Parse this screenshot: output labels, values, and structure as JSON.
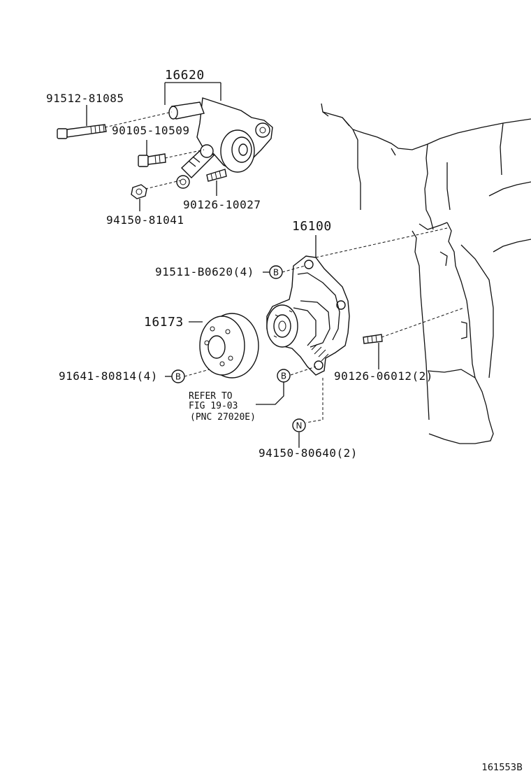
{
  "diagram": {
    "callouts": {
      "p16620": "16620",
      "p91512": "91512-81085",
      "p90105": "90105-10509",
      "p90126a": "90126-10027",
      "p94150a": "94150-81041",
      "p16100": "16100",
      "p91511": "91511-B0620(4)",
      "p16173": "16173",
      "p91641": "91641-80814(4)",
      "p90126b": "90126-06012(2)",
      "p94150b": "94150-80640(2)"
    },
    "reference_note": {
      "line1": "REFER TO",
      "line2": "FIG 19-03",
      "line3": "(PNC 27020E)"
    },
    "symbols": {
      "b": "B",
      "n": "N"
    },
    "illustration_id": "161553B"
  }
}
